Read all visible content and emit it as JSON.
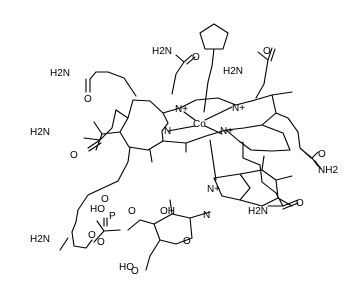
{
  "molecule": {
    "atom_labels": [
      {
        "key": "amide_n_topleft",
        "text": "H2N"
      },
      {
        "key": "amide_n_topcenter",
        "text": "H2N"
      },
      {
        "key": "amide_o_topleft",
        "text": "O"
      },
      {
        "key": "amide_o_topcenter",
        "text": "O"
      },
      {
        "key": "amide_n_topright",
        "text": "H2N"
      },
      {
        "key": "amide_o_topright",
        "text": "O"
      },
      {
        "key": "amide_n_left",
        "text": "H2N"
      },
      {
        "key": "amide_o_left",
        "text": "O"
      },
      {
        "key": "amide_n_right",
        "text": "NH2"
      },
      {
        "key": "amide_o_right",
        "text": "O"
      },
      {
        "key": "amide_n_lowright",
        "text": "H2N"
      },
      {
        "key": "amide_o_lowright",
        "text": "O"
      },
      {
        "key": "n_plus_upper",
        "text": "N+"
      },
      {
        "key": "n_plus_right",
        "text": "N+"
      },
      {
        "key": "n_plus_lower",
        "text": "N+"
      },
      {
        "key": "n_left",
        "text": "N"
      },
      {
        "key": "cobalt",
        "text": "Co"
      },
      {
        "key": "n_benzimidazole_plus",
        "text": "N+"
      },
      {
        "key": "n_benzimidazole",
        "text": "N"
      },
      {
        "key": "ho_phosphate",
        "text": "HO"
      },
      {
        "key": "o_phosphate_top",
        "text": "O"
      },
      {
        "key": "phosphorus",
        "text": "P"
      },
      {
        "key": "o_phosphate_right",
        "text": "O"
      },
      {
        "key": "o_phosphate_left",
        "text": "O"
      },
      {
        "key": "o_ester",
        "text": "O"
      },
      {
        "key": "oh_ribose",
        "text": "OH"
      },
      {
        "key": "o_ribose_ring",
        "text": "O"
      },
      {
        "key": "o_ribose_n",
        "text": "O"
      },
      {
        "key": "ho_ribose",
        "text": "HO"
      },
      {
        "key": "h2n_amino",
        "text": "H2N"
      }
    ]
  }
}
